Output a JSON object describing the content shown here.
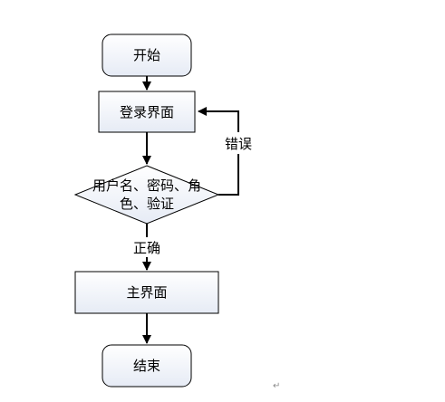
{
  "nodes": {
    "start": "开始",
    "login": "登录界面",
    "check_line1": "用户名、密码、角",
    "check_line2": "色、验证",
    "main": "主界面",
    "end": "结束"
  },
  "edges": {
    "correct": "正确",
    "error": "错误"
  },
  "paragraph_mark": "↵"
}
